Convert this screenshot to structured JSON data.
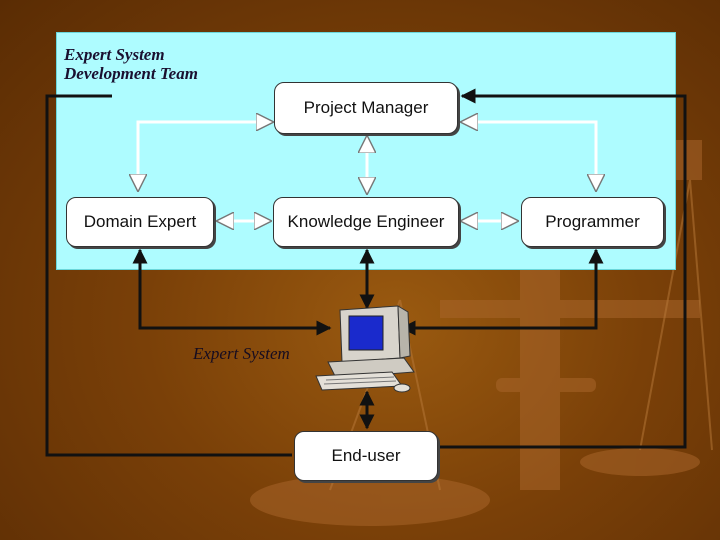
{
  "team": {
    "title_line1": "Expert System",
    "title_line2": "Development Team"
  },
  "nodes": {
    "project_manager": "Project Manager",
    "domain_expert": "Domain Expert",
    "knowledge_engineer": "Knowledge Engineer",
    "programmer": "Programmer",
    "end_user": "End-user"
  },
  "expert_system_label": "Expert System",
  "colors": {
    "panel": "#aefcff",
    "background": "#7a4008",
    "connector": "#111111",
    "connector_white": "#ffffff"
  },
  "icons": [
    "computer-icon",
    "scale-of-justice-backdrop"
  ]
}
